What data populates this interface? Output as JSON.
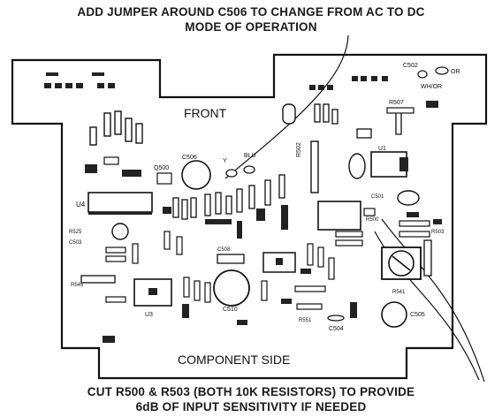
{
  "caption_top": {
    "line1": "ADD JUMPER AROUND C506 TO CHANGE FROM AC TO DC",
    "line2": "MODE OF OPERATION"
  },
  "board": {
    "front_label": "FRONT",
    "component_side_label": "COMPONENT SIDE"
  },
  "components": {
    "c502": "C502",
    "c506": "C506",
    "c501": "C501",
    "c505": "C505",
    "c504": "C504",
    "c510": "C510",
    "c503": "C503",
    "c508": "C508",
    "q500": "Q500",
    "u1": "U1",
    "u3": "U3",
    "u4": "U4",
    "r500": "R500",
    "r503": "R503",
    "r507": "R507",
    "r551": "R551",
    "r545": "R545",
    "r525": "R525",
    "r541": "R541",
    "r502": "R502",
    "blu": "BLU",
    "or": "OR",
    "wh_or": "WH/OR",
    "y": "Y"
  },
  "caption_bottom": {
    "line1": "CUT R500 & R503 (BOTH 10K RESISTORS) TO PROVIDE",
    "line2": "6dB OF INPUT SENSITIVITY IF NEEDED"
  }
}
